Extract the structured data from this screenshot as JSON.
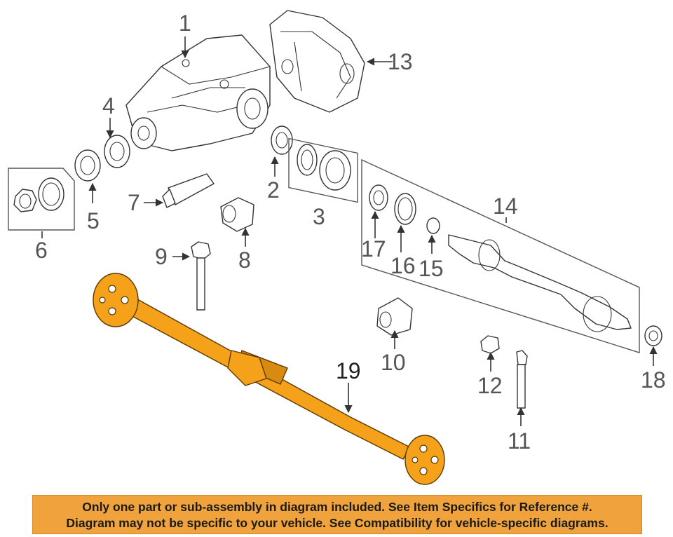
{
  "callouts": [
    "1",
    "2",
    "3",
    "4",
    "5",
    "6",
    "7",
    "8",
    "9",
    "10",
    "11",
    "12",
    "13",
    "14",
    "15",
    "16",
    "17",
    "18",
    "19"
  ],
  "banner": {
    "line1": "Only one part or sub-assembly in diagram included. See Item Specifics for Reference #.",
    "line2": "Diagram may not be specific to your vehicle. See Compatibility for vehicle-specific diagrams."
  },
  "colors": {
    "highlight": "#f5a21a",
    "banner": "#f0a33c"
  }
}
